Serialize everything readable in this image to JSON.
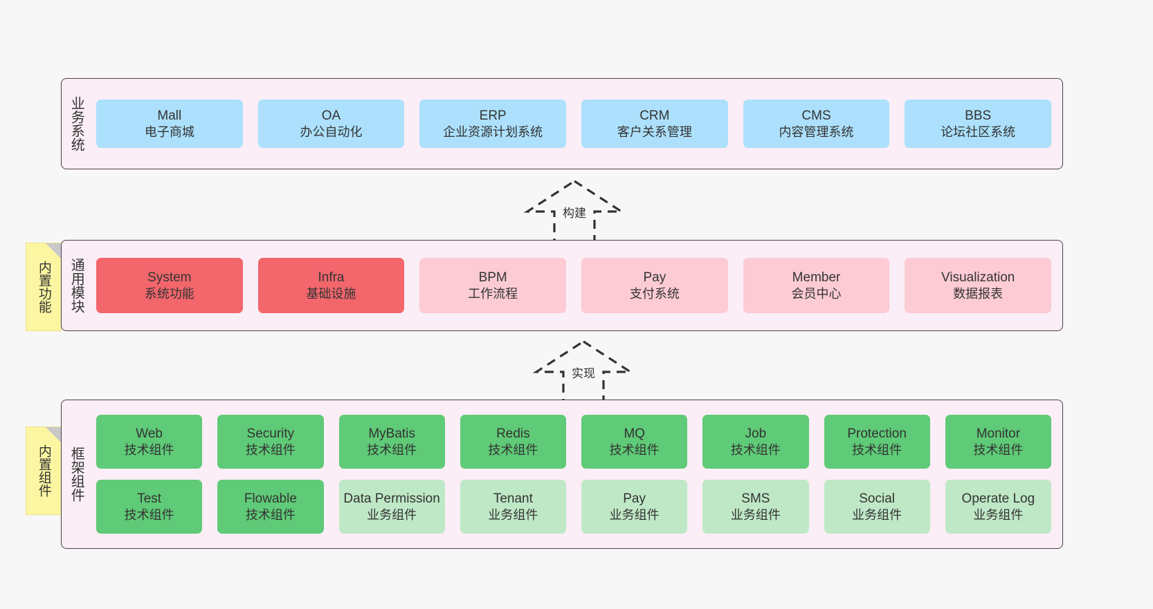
{
  "colors": {
    "canvas": "#f7f7f7",
    "layer_bg": "#fbeef6",
    "layer_border": "#4a3f47",
    "business_cell": "#ace0fc",
    "module_core": "#f2666c",
    "module_optional": "#fccbd4",
    "component_tech": "#5fca77",
    "component_business": "#bfe8c6",
    "note_bg": "#fcf6a2",
    "note_fold": "#c9c9c9"
  },
  "layers": {
    "business": {
      "title": "业务系统",
      "cells": [
        {
          "en": "Mall",
          "cn": "电子商城"
        },
        {
          "en": "OA",
          "cn": "办公自动化"
        },
        {
          "en": "ERP",
          "cn": "企业资源计划系统"
        },
        {
          "en": "CRM",
          "cn": "客户关系管理"
        },
        {
          "en": "CMS",
          "cn": "内容管理系统"
        },
        {
          "en": "BBS",
          "cn": "论坛社区系统"
        }
      ]
    },
    "common": {
      "title": "通用模块",
      "note": "内置功能",
      "cells": [
        {
          "en": "System",
          "cn": "系统功能",
          "tone": "core"
        },
        {
          "en": "Infra",
          "cn": "基础设施",
          "tone": "core"
        },
        {
          "en": "BPM",
          "cn": "工作流程",
          "tone": "optional"
        },
        {
          "en": "Pay",
          "cn": "支付系统",
          "tone": "optional"
        },
        {
          "en": "Member",
          "cn": "会员中心",
          "tone": "optional"
        },
        {
          "en": "Visualization",
          "cn": "数据报表",
          "tone": "optional"
        }
      ]
    },
    "framework": {
      "title": "框架组件",
      "note": "内置组件",
      "row1": [
        {
          "en": "Web",
          "cn": "技术组件",
          "tone": "tech"
        },
        {
          "en": "Security",
          "cn": "技术组件",
          "tone": "tech"
        },
        {
          "en": "MyBatis",
          "cn": "技术组件",
          "tone": "tech"
        },
        {
          "en": "Redis",
          "cn": "技术组件",
          "tone": "tech"
        },
        {
          "en": "MQ",
          "cn": "技术组件",
          "tone": "tech"
        },
        {
          "en": "Job",
          "cn": "技术组件",
          "tone": "tech"
        },
        {
          "en": "Protection",
          "cn": "技术组件",
          "tone": "tech"
        },
        {
          "en": "Monitor",
          "cn": "技术组件",
          "tone": "tech"
        }
      ],
      "row2": [
        {
          "en": "Test",
          "cn": "技术组件",
          "tone": "tech"
        },
        {
          "en": "Flowable",
          "cn": "技术组件",
          "tone": "tech"
        },
        {
          "en": "Data Permission",
          "cn": "业务组件",
          "tone": "business"
        },
        {
          "en": "Tenant",
          "cn": "业务组件",
          "tone": "business"
        },
        {
          "en": "Pay",
          "cn": "业务组件",
          "tone": "business"
        },
        {
          "en": "SMS",
          "cn": "业务组件",
          "tone": "business"
        },
        {
          "en": "Social",
          "cn": "业务组件",
          "tone": "business"
        },
        {
          "en": "Operate Log",
          "cn": "业务组件",
          "tone": "business"
        }
      ]
    }
  },
  "arrows": {
    "build": "构建",
    "implement": "实现"
  }
}
